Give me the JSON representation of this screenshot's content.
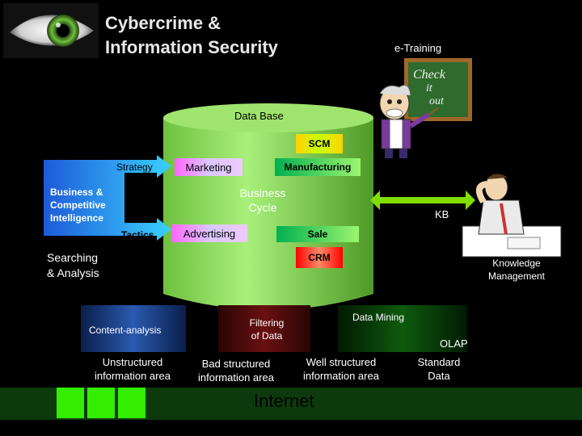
{
  "title": "Cybercrime &\nInformation Security",
  "e_training": "e-Training",
  "board_text": "Check it out",
  "data_base": "Data Base",
  "scm": "SCM",
  "strategy": "Strategy",
  "marketing": "Marketing",
  "manufacturing": "Manufacturing",
  "business_ci": "Business &\nCompetitive\nIntelligence",
  "business_cycle": "Business\nCycle",
  "kb": "KB",
  "tactics": "Tactics",
  "advertising": "Advertising",
  "sale": "Sale",
  "searching": "Searching\n& Analysis",
  "crm": "CRM",
  "knowledge_mgmt": "Knowledge\nManagement",
  "content_analysis": "Content-analysis",
  "filtering": "Filtering\nof Data",
  "data_mining": "Data Mining",
  "olap": "OLAP",
  "unstructured": "Unstructured\ninformation area",
  "bad_structured": "Bad structured\ninformation area",
  "well_structured": "Well structured\ninformation area",
  "standard_data": "Standard\nData",
  "internet": "Internet",
  "colors": {
    "cylinder": "#8ddc5a",
    "bottom_bar": "#0c3a0c",
    "bright_green": "#33ee00"
  }
}
